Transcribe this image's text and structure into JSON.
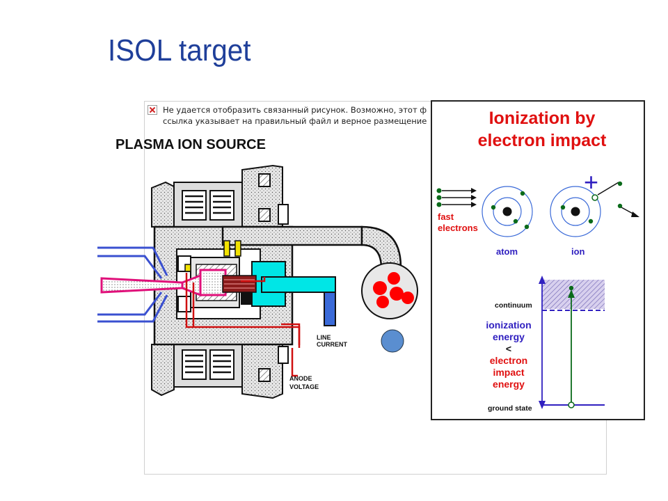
{
  "slide": {
    "title": "ISOL target"
  },
  "broken_image": {
    "line1": "Не удается отобразить связанный рисунок. Возможно, этот файл был перемещ",
    "line2": "ссылка указывает на правильный файл и верное размещение."
  },
  "source_diagram": {
    "title": "PLASMA ION SOURCE",
    "line_current_1": "LINE",
    "line_current_2": "CURRENT",
    "anode_voltage_1": "ANODE",
    "anode_voltage_2": "VOLTAGE"
  },
  "ionization_panel": {
    "title_line1": "Ionization by",
    "title_line2": "electron impact",
    "fast_electrons_1": "fast",
    "fast_electrons_2": "electrons",
    "atom_label": "atom",
    "ion_label": "ion",
    "plus_sign": "+",
    "continuum_label": "continuum",
    "ground_state_label": "ground state",
    "energy_text": {
      "line1": "ionization",
      "line2": "energy",
      "line3": "<",
      "line4": "electron",
      "line5": "impact",
      "line6": "energy"
    }
  },
  "colors": {
    "title": "#1f3f9a",
    "panel_red": "#e01010",
    "panel_blue": "#3020c0",
    "electron_green": "#0a6a1a",
    "cyan": "#00e0e0",
    "blue": "#3a6ad8"
  }
}
